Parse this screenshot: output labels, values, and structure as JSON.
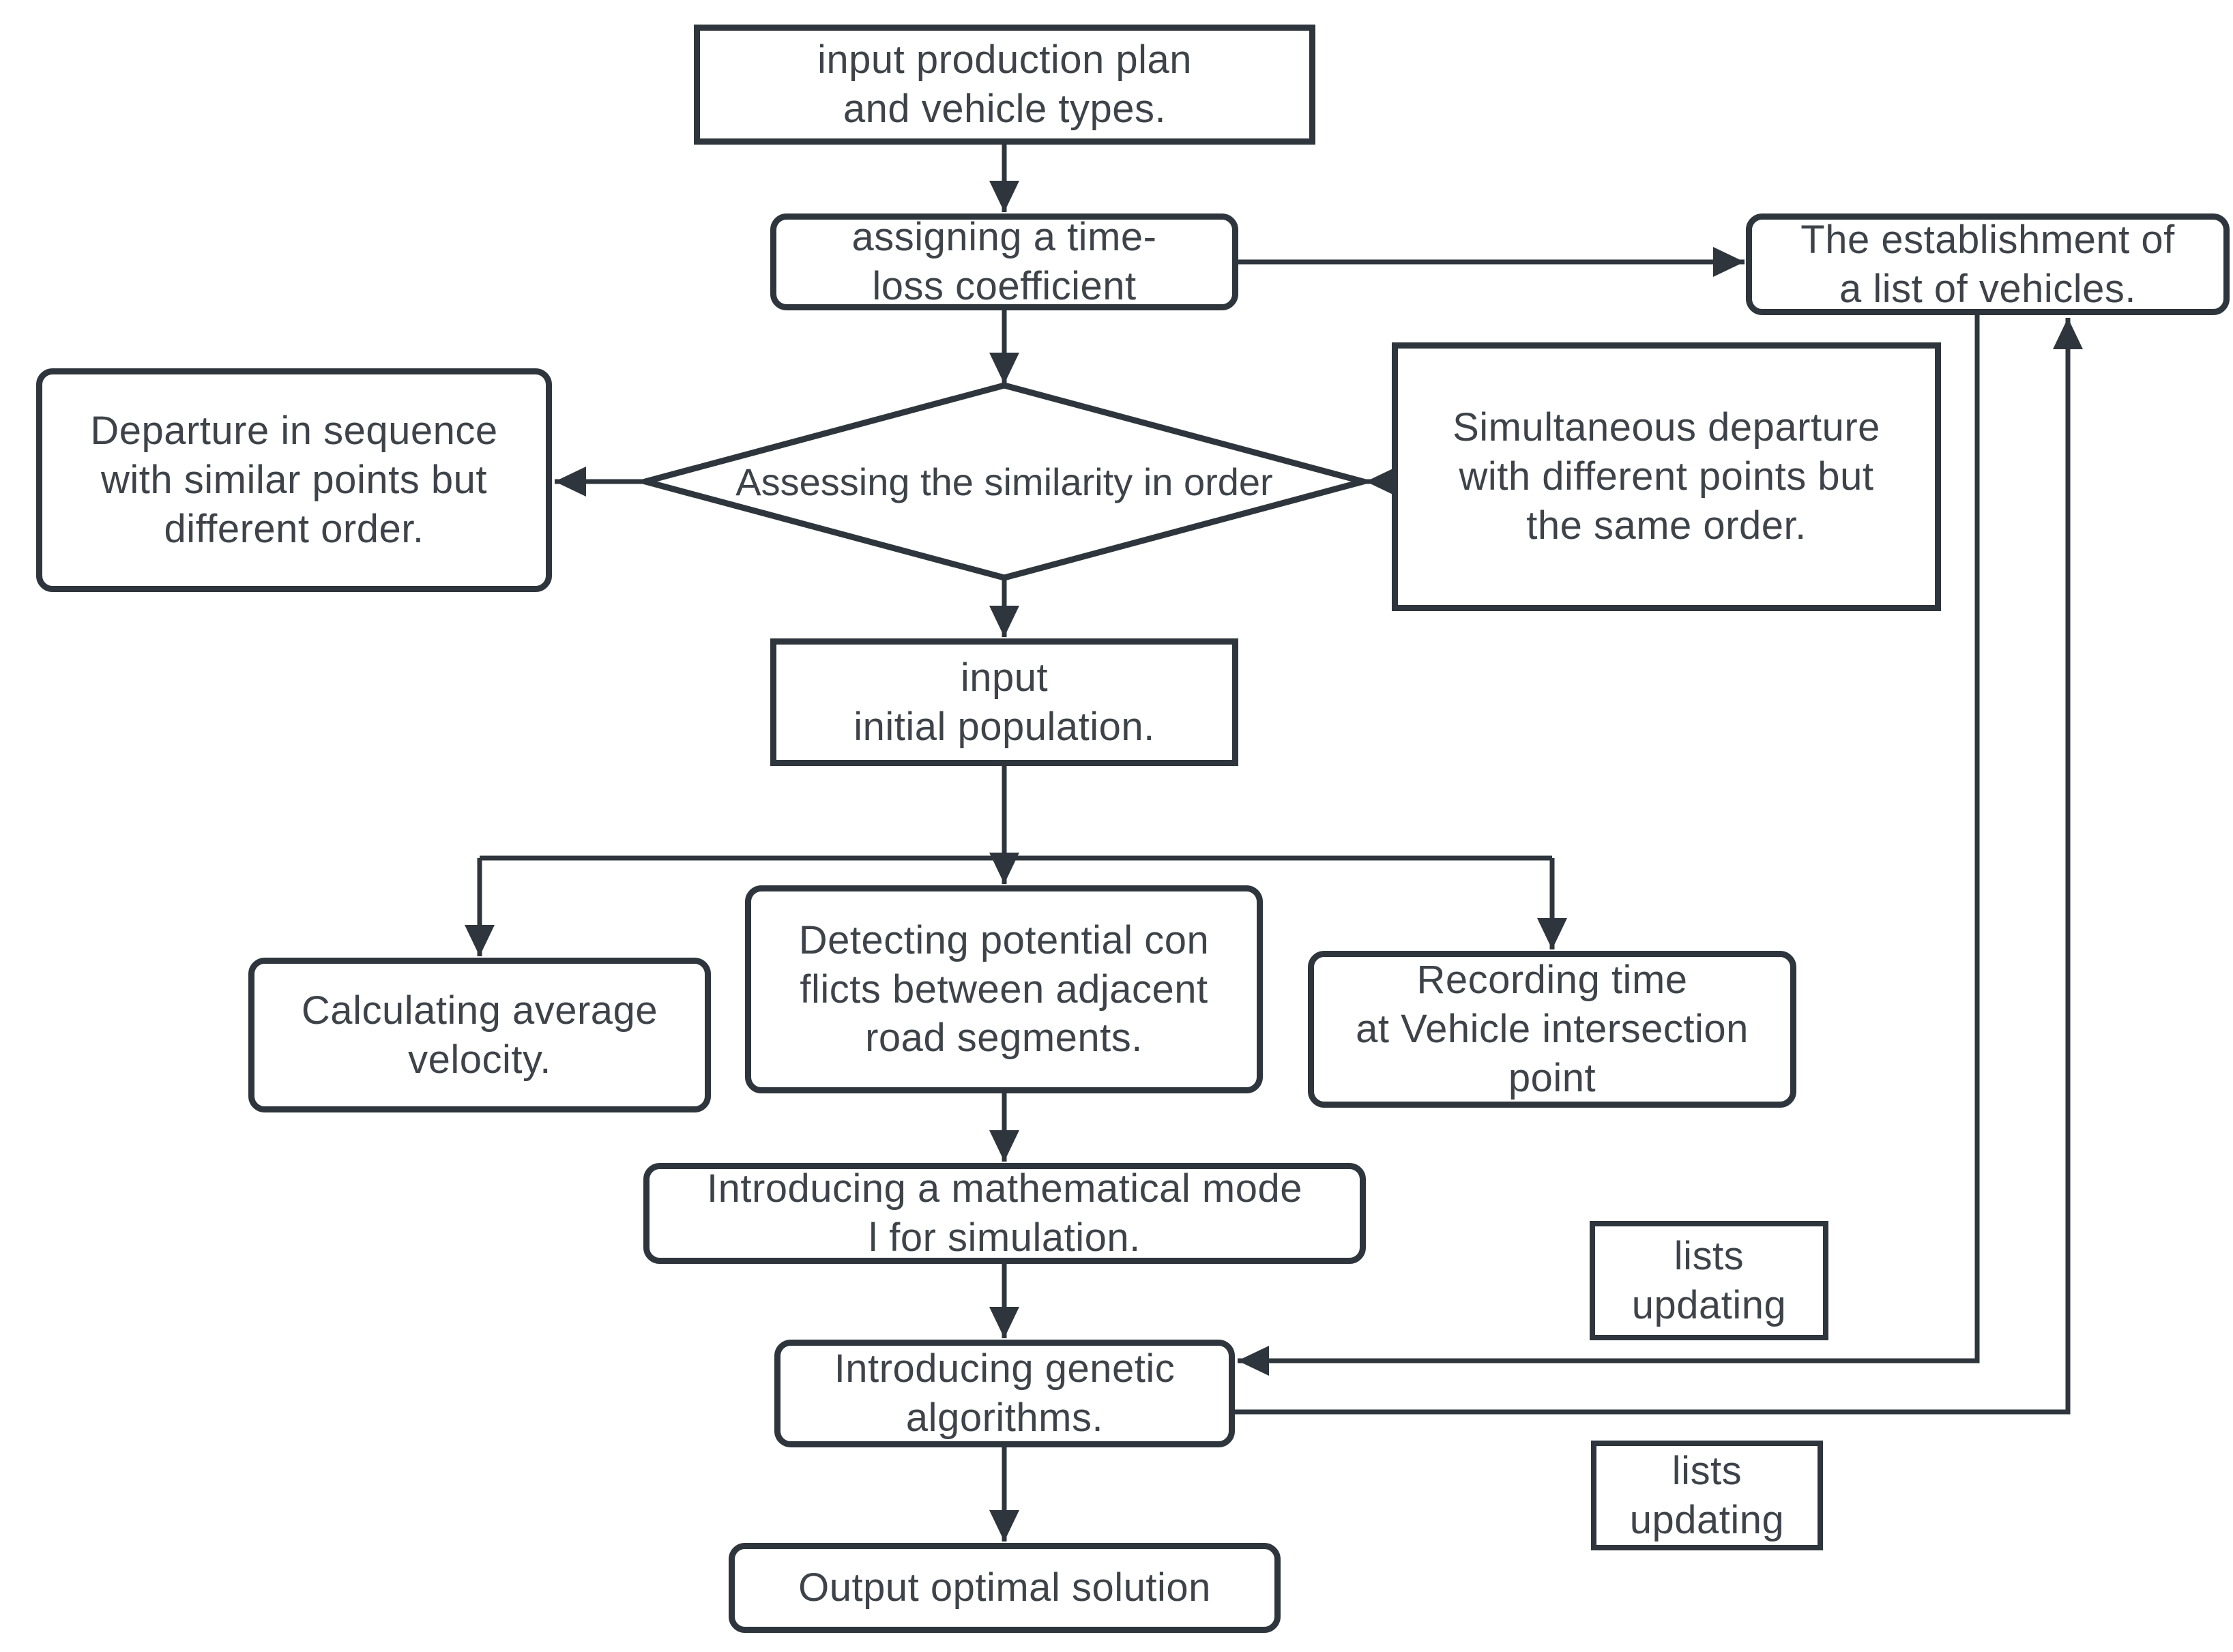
{
  "colors": {
    "line": "#2e353c",
    "text": "#3d4349",
    "background": "#ffffff"
  },
  "nodes": {
    "input_production": {
      "lines": [
        "input production plan",
        "and vehicle types."
      ]
    },
    "assigning": {
      "lines": [
        "assigning a time-",
        "loss coefficient"
      ]
    },
    "establishment": {
      "lines": [
        "The establishment of",
        "a list of vehicles."
      ]
    },
    "departure": {
      "lines": [
        "Departure in sequence",
        "with similar points but",
        "different order."
      ]
    },
    "assessing": {
      "lines": [
        "Assessing the similarity in order"
      ]
    },
    "simultaneous": {
      "lines": [
        "Simultaneous departure",
        "with different points but",
        "the same order."
      ]
    },
    "input_population": {
      "lines": [
        "input",
        "initial population."
      ]
    },
    "calculating": {
      "lines": [
        "Calculating average",
        "velocity."
      ]
    },
    "detecting": {
      "lines": [
        "Detecting potential con",
        "flicts between adjacent",
        "road segments."
      ]
    },
    "recording": {
      "lines": [
        "Recording time",
        "at Vehicle intersection",
        "point"
      ]
    },
    "math_model": {
      "lines": [
        "Introducing a mathematical mode",
        "l for simulation."
      ]
    },
    "lists_updating_1": {
      "lines": [
        "lists",
        "updating"
      ]
    },
    "genetic": {
      "lines": [
        "Introducing genetic",
        "algorithms."
      ]
    },
    "lists_updating_2": {
      "lines": [
        "lists",
        "updating"
      ]
    },
    "output": {
      "lines": [
        "Output optimal solution"
      ]
    }
  }
}
